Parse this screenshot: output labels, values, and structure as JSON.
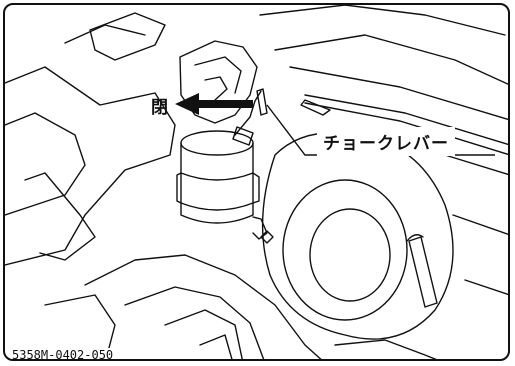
{
  "labels": {
    "close": "閉",
    "choke_lever": "チョークレバー"
  },
  "figure_id": "5358M-0402-050",
  "colors": {
    "line": "#111111",
    "background": "#ffffff",
    "arrow": "#111111"
  }
}
